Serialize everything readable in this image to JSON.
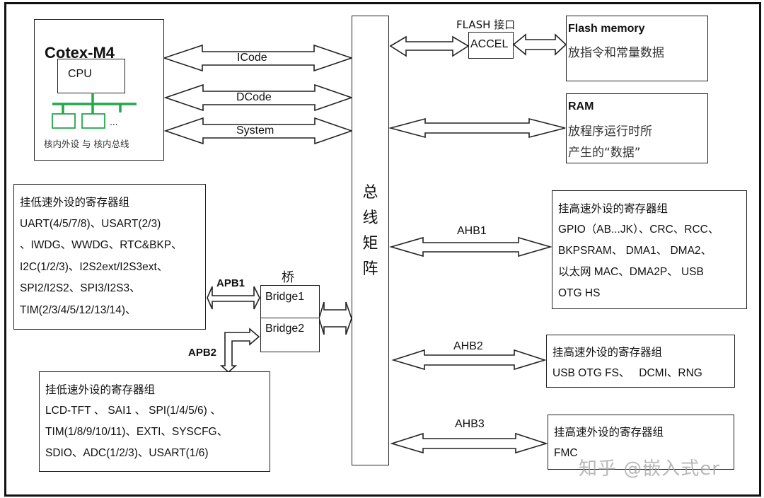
{
  "title": "STM32F4 bus architecture diagram",
  "colors": {
    "stroke": "#222222",
    "core_bus": "#22a84a",
    "watermark": "#b8b8b8"
  },
  "core": {
    "title": "Cotex-M4",
    "cpu_label": "CPU",
    "ellipsis": "...",
    "caption": "核内外设 与 核内总线"
  },
  "buses": {
    "icode": "ICode",
    "dcode": "DCode",
    "system": "System",
    "ahb1": "AHB1",
    "ahb2": "AHB2",
    "ahb3": "AHB3",
    "apb1": "APB1",
    "apb2": "APB2"
  },
  "bus_matrix": {
    "chars": [
      "总",
      "线",
      "矩",
      "阵"
    ]
  },
  "flash_interface": {
    "label": "FLASH 接口",
    "accel": "ACCEL"
  },
  "flash_memory": {
    "title": "Flash memory",
    "lines": [
      "放指令和常量数据"
    ]
  },
  "ram": {
    "title": "RAM",
    "lines": [
      "放程序运行时所",
      "产生的“数据”"
    ]
  },
  "bridge": {
    "label": "桥",
    "bridge1": "Bridge1",
    "bridge2": "Bridge2"
  },
  "apb1_peripherals": {
    "title": "挂低速外设的寄存器组",
    "lines": [
      "UART(4/5/7/8)、USART(2/3)",
      "、IWDG、WWDG、RTC&BKP、",
      "I2C(1/2/3)、I2S2ext/I2S3ext、",
      "SPI2/I2S2、SPI3/I2S3、",
      "TIM(2/3/4/5/12/13/14)、"
    ]
  },
  "apb2_peripherals": {
    "title": "挂低速外设的寄存器组",
    "lines": [
      "LCD-TFT 、 SAI1 、 SPI(1/4/5/6) 、",
      "TIM(1/8/9/10/11)、EXTI、SYSCFG、",
      "SDIO、ADC(1/2/3)、USART(1/6)"
    ]
  },
  "ahb1_peripherals": {
    "title": "挂高速外设的寄存器组",
    "lines": [
      "GPIO（AB...JK）、CRC、RCC、",
      "BKPSRAM、 DMA1、 DMA2、",
      "以太网 MAC、DMA2P、 USB",
      "OTG HS"
    ]
  },
  "ahb2_peripherals": {
    "title": "挂高速外设的寄存器组",
    "lines": [
      "USB OTG FS、   DCMI、RNG"
    ]
  },
  "ahb3_peripherals": {
    "title": "挂高速外设的寄存器组",
    "lines": [
      "FMC"
    ]
  },
  "watermark": "知乎 @嵌入式er"
}
